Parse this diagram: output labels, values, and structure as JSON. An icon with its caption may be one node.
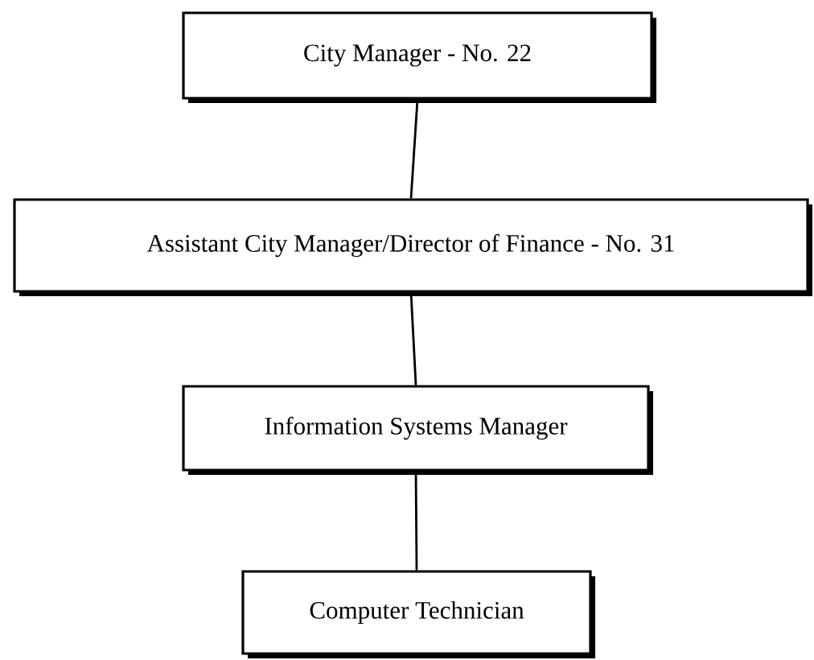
{
  "diagram": {
    "nodes": [
      {
        "text": [
          "City Manager - No. 22"
        ]
      },
      {
        "text": [
          "Assistant City Manager/Director of Finance - No. 31"
        ]
      },
      {
        "text": [
          "Information Systems Manager"
        ]
      },
      {
        "text": [
          "Computer Technician"
        ]
      }
    ],
    "edges": [
      {
        "from": 0,
        "to": 1,
        "arrow": "none"
      },
      {
        "from": 1,
        "to": 2,
        "arrow": "none"
      },
      {
        "from": 2,
        "to": 3,
        "arrow": "none"
      }
    ]
  }
}
